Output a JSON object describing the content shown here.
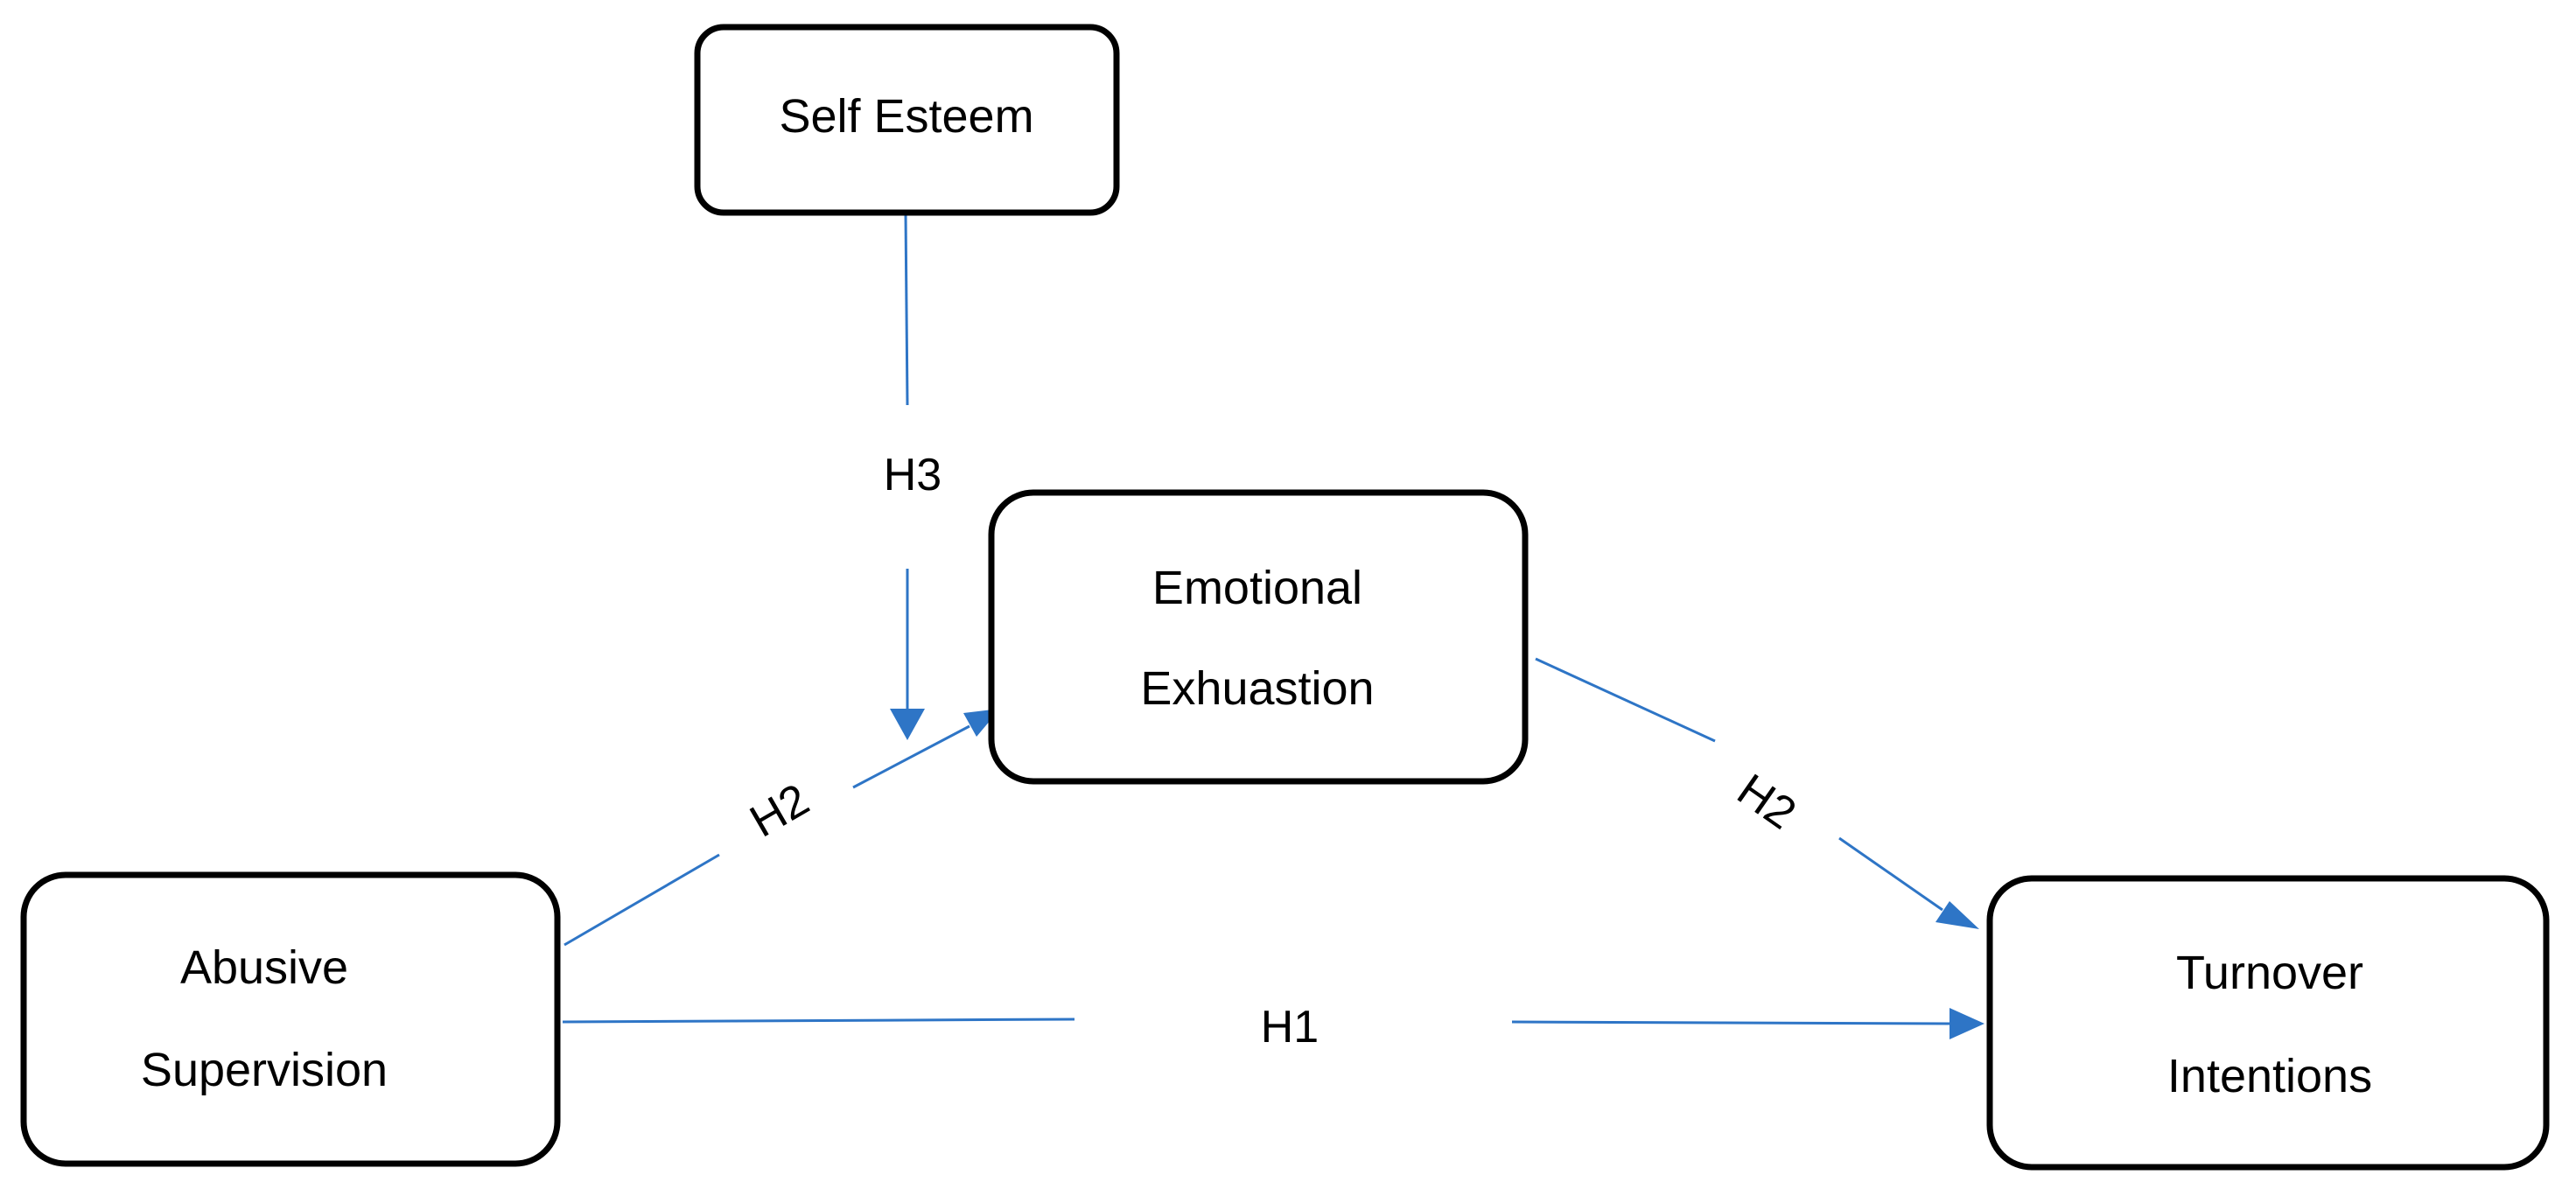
{
  "nodes": {
    "self_esteem": {
      "label": "Self Esteem"
    },
    "emotional_exhaustion": {
      "line1": "Emotional",
      "line2": "Exhuastion"
    },
    "abusive_supervision": {
      "line1": "Abusive",
      "line2": "Supervision"
    },
    "turnover_intentions": {
      "line1": "Turnover",
      "line2": "Intentions"
    }
  },
  "edges": {
    "h1": {
      "label": "H1"
    },
    "h2_left": {
      "label": "H2"
    },
    "h2_right": {
      "label": "H2"
    },
    "h3": {
      "label": "H3"
    }
  },
  "colors": {
    "arrow": "#2e75c6",
    "box_border": "#000000",
    "text": "#000000"
  }
}
